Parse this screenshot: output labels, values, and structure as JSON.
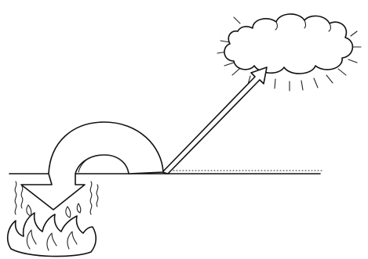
{
  "illustration": {
    "elements": [
      "cloud-icon",
      "sun-rays",
      "rising-arrow-icon",
      "ground-line",
      "arch-arrow-icon",
      "flame-icon",
      "heat-wave-lines"
    ],
    "colors": {
      "ink": "#111111",
      "background": "#ffffff"
    }
  }
}
